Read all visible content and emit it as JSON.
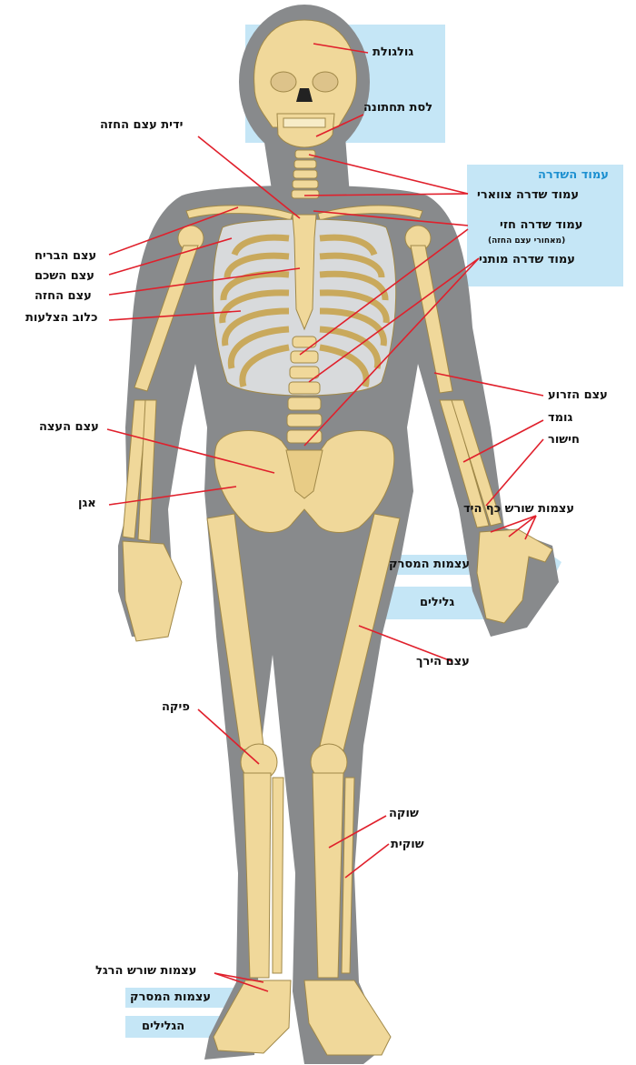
{
  "labels": {
    "skull": "גולגולת",
    "mandible": "לסת תחתונה",
    "manubrium": "ידית עצם החזה",
    "spine_title": "עמוד השדרה",
    "cervical": "עמוד שדרה צווארי",
    "thoracic": "עמוד שדרה חזי",
    "thoracic_note": "(מאחורי עצם החזה)",
    "lumbar": "עמוד שדרה מותני",
    "clavicle": "עצם הבריח",
    "scapula": "עצם השכם",
    "sternum": "עצם החזה",
    "ribcage": "כלוב הצלעות",
    "humerus": "עצם הזרוע",
    "ulna": "גומד",
    "radius": "חישור",
    "sacrum": "עצם העצה",
    "carpals": "עצמות שורש כף היד",
    "pelvis": "אגן",
    "metacarpals": "עצמות המסרק",
    "phalanges_hand": "גלילים",
    "femur": "עצם הירך",
    "patella": "פיקה",
    "tibia": "שוקה",
    "fibula": "שוקית",
    "tarsals": "עצמות שורש הרגל",
    "metatarsals": "עצמות המסרק",
    "phalanges_foot": "הגלילים"
  },
  "colors": {
    "silhouette": "#888a8c",
    "bone": "#f0d89a",
    "bone_stroke": "#a08848",
    "highlight": "#c5e6f6",
    "leader": "#e0202c",
    "spine_title": "#1b8fd0"
  }
}
